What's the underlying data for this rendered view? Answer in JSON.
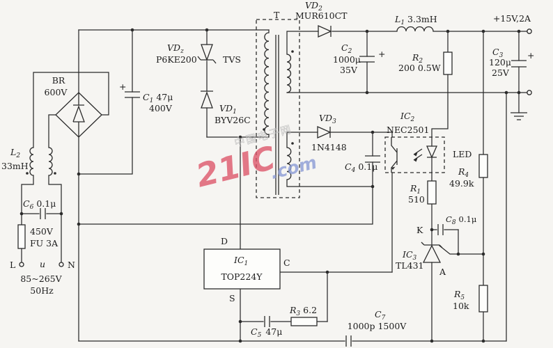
{
  "colors": {
    "wire": "#2b2b2b",
    "text": "#1c1c1c",
    "bg": "#f6f5f2",
    "paper": "#fdfdfb",
    "wm-red": "#dd5468",
    "wm-blue": "#8b9cd6",
    "wm-gray": "#bdbdbd"
  },
  "misc": {
    "plus": "+"
  },
  "labels": {
    "t": "T",
    "vd2": {
      "ref": "VD",
      "sub": "2",
      "val": "MUR610CT"
    },
    "l1": {
      "ref": "L",
      "sub": "1",
      "val": "3.3mH"
    },
    "out": "+15V,2A",
    "vdz": {
      "ref": "VD",
      "sub": "z",
      "val": "P6KE200"
    },
    "tvs": "TVS",
    "vd1": {
      "ref": "VD",
      "sub": "1",
      "val": "BYV26C"
    },
    "br": "BR",
    "br_val": "600V",
    "c1": {
      "ref": "C",
      "sub": "1",
      "val": "47μ",
      "val2": "400V"
    },
    "l2": {
      "ref": "L",
      "sub": "2",
      "val": "33mH"
    },
    "c6": {
      "ref": "C",
      "sub": "6",
      "val": "0.1μ"
    },
    "fuse_v": "450V",
    "fuse": "FU 3A",
    "term_l": "L",
    "term_n": "N",
    "u": "u",
    "mains": "85~265V",
    "freq": "50Hz",
    "ic1": {
      "ref": "IC",
      "sub": "1",
      "val": "TOP224Y"
    },
    "pin_d": "D",
    "pin_c": "C",
    "pin_s": "S",
    "r3": {
      "ref": "R",
      "sub": "3",
      "val": "6.2"
    },
    "c5": {
      "ref": "C",
      "sub": "5",
      "val": "47μ"
    },
    "c7": {
      "ref": "C",
      "sub": "7",
      "val": "1000p 1500V"
    },
    "c2": {
      "ref": "C",
      "sub": "2",
      "val": "1000μ",
      "val2": "35V"
    },
    "vd3": {
      "ref": "VD",
      "sub": "3",
      "val": "1N4148"
    },
    "c4": {
      "ref": "C",
      "sub": "4",
      "val": "0.1μ"
    },
    "ic2": {
      "ref": "IC",
      "sub": "2",
      "val": "NEC2501"
    },
    "led": "LED",
    "r4": {
      "ref": "R",
      "sub": "4",
      "val": "49.9k"
    },
    "r1": {
      "ref": "R",
      "sub": "1",
      "val": "510"
    },
    "k": "K",
    "c8": {
      "ref": "C",
      "sub": "8",
      "val": "0.1μ"
    },
    "ic3": {
      "ref": "IC",
      "sub": "3",
      "val": "TL431"
    },
    "a": "A",
    "r5": {
      "ref": "R",
      "sub": "5",
      "val": "10k"
    },
    "c3": {
      "ref": "C",
      "sub": "3",
      "val": "120μ",
      "val2": "25V"
    },
    "r2": {
      "ref": "R",
      "sub": "2",
      "val": "200 0.5W"
    }
  },
  "watermark": {
    "main": "21IC",
    "com": ".com",
    "cn": "中国电子网"
  }
}
